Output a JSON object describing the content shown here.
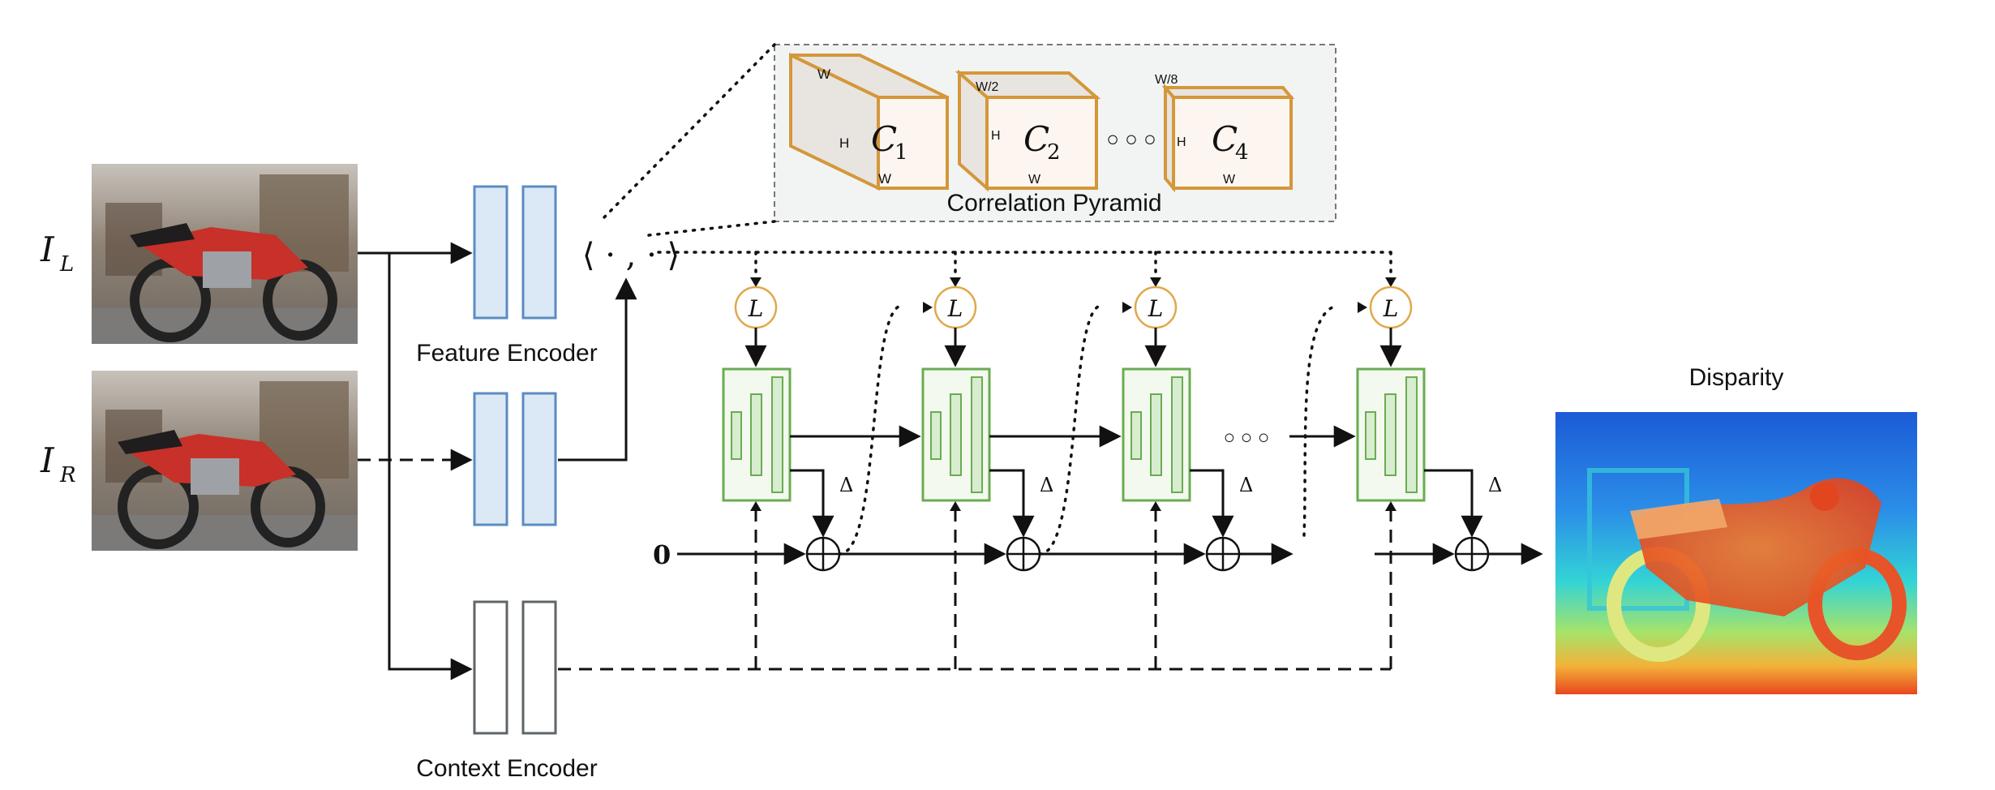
{
  "inputs": {
    "left": {
      "symbol": "I",
      "sub": "L"
    },
    "right": {
      "symbol": "I",
      "sub": "R"
    }
  },
  "encoders": {
    "feature": "Feature Encoder",
    "context": "Context Encoder"
  },
  "correlation": {
    "title": "Correlation Pyramid",
    "levels": [
      {
        "symbol": "C",
        "sub": "1",
        "top_dim": "W",
        "side_dim": "H",
        "bottom_dim": "W"
      },
      {
        "symbol": "C",
        "sub": "2",
        "top_dim": "W/2",
        "side_dim": "H",
        "bottom_dim": "W"
      },
      {
        "symbol": "C",
        "sub": "4",
        "top_dim": "W/8",
        "side_dim": "H",
        "bottom_dim": "W"
      }
    ],
    "ellipsis": "○ ○ ○",
    "inner_product": "⟨ · , · ⟩"
  },
  "update": {
    "lookup_label": "L",
    "delta_label": "Δ",
    "init_label": "0",
    "ellipsis": "○ ○ ○"
  },
  "output": {
    "title": "Disparity"
  },
  "colors": {
    "encoder_blue_fill": "#dbe8f6",
    "encoder_blue_stroke": "#5b8cc0",
    "context_stroke": "#5f6468",
    "gru_fill": "#f3f9ee",
    "gru_stroke": "#6aac52",
    "gru_bar_fill": "#d8ecd0",
    "lookup_stroke": "#e0a84a",
    "volume_stroke": "#d4973a",
    "volume_front": "#fdf6f0",
    "volume_side": "#e8e4e0",
    "pyramid_bg": "#f2f4f4"
  }
}
